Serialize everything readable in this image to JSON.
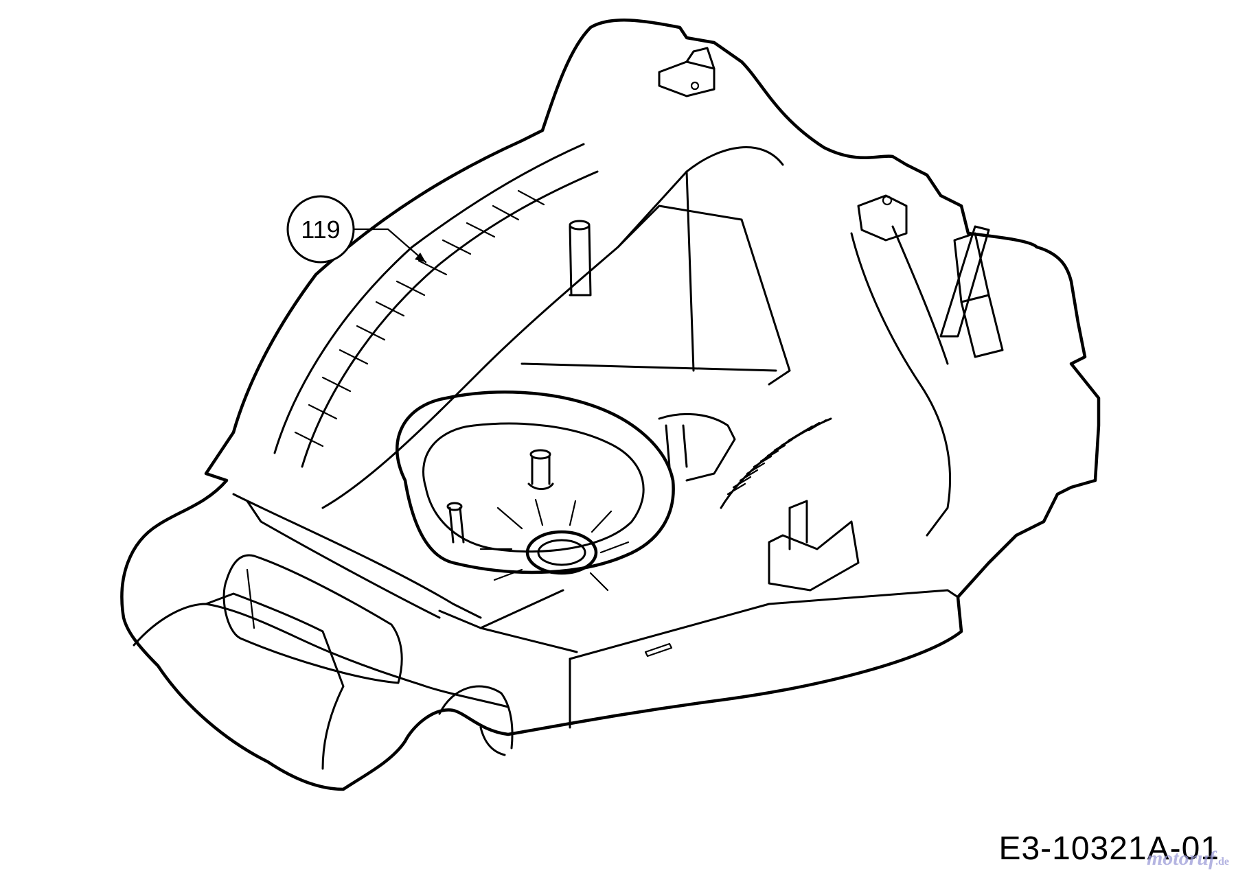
{
  "diagram": {
    "part_callouts": [
      {
        "number": "119"
      }
    ],
    "drawing_code": "E3-10321A-01",
    "watermark": {
      "brand": "motoruf",
      "domain": ".de"
    },
    "colors": {
      "line": "#000000",
      "background": "#ffffff",
      "watermark": "#9c9cd8"
    }
  }
}
